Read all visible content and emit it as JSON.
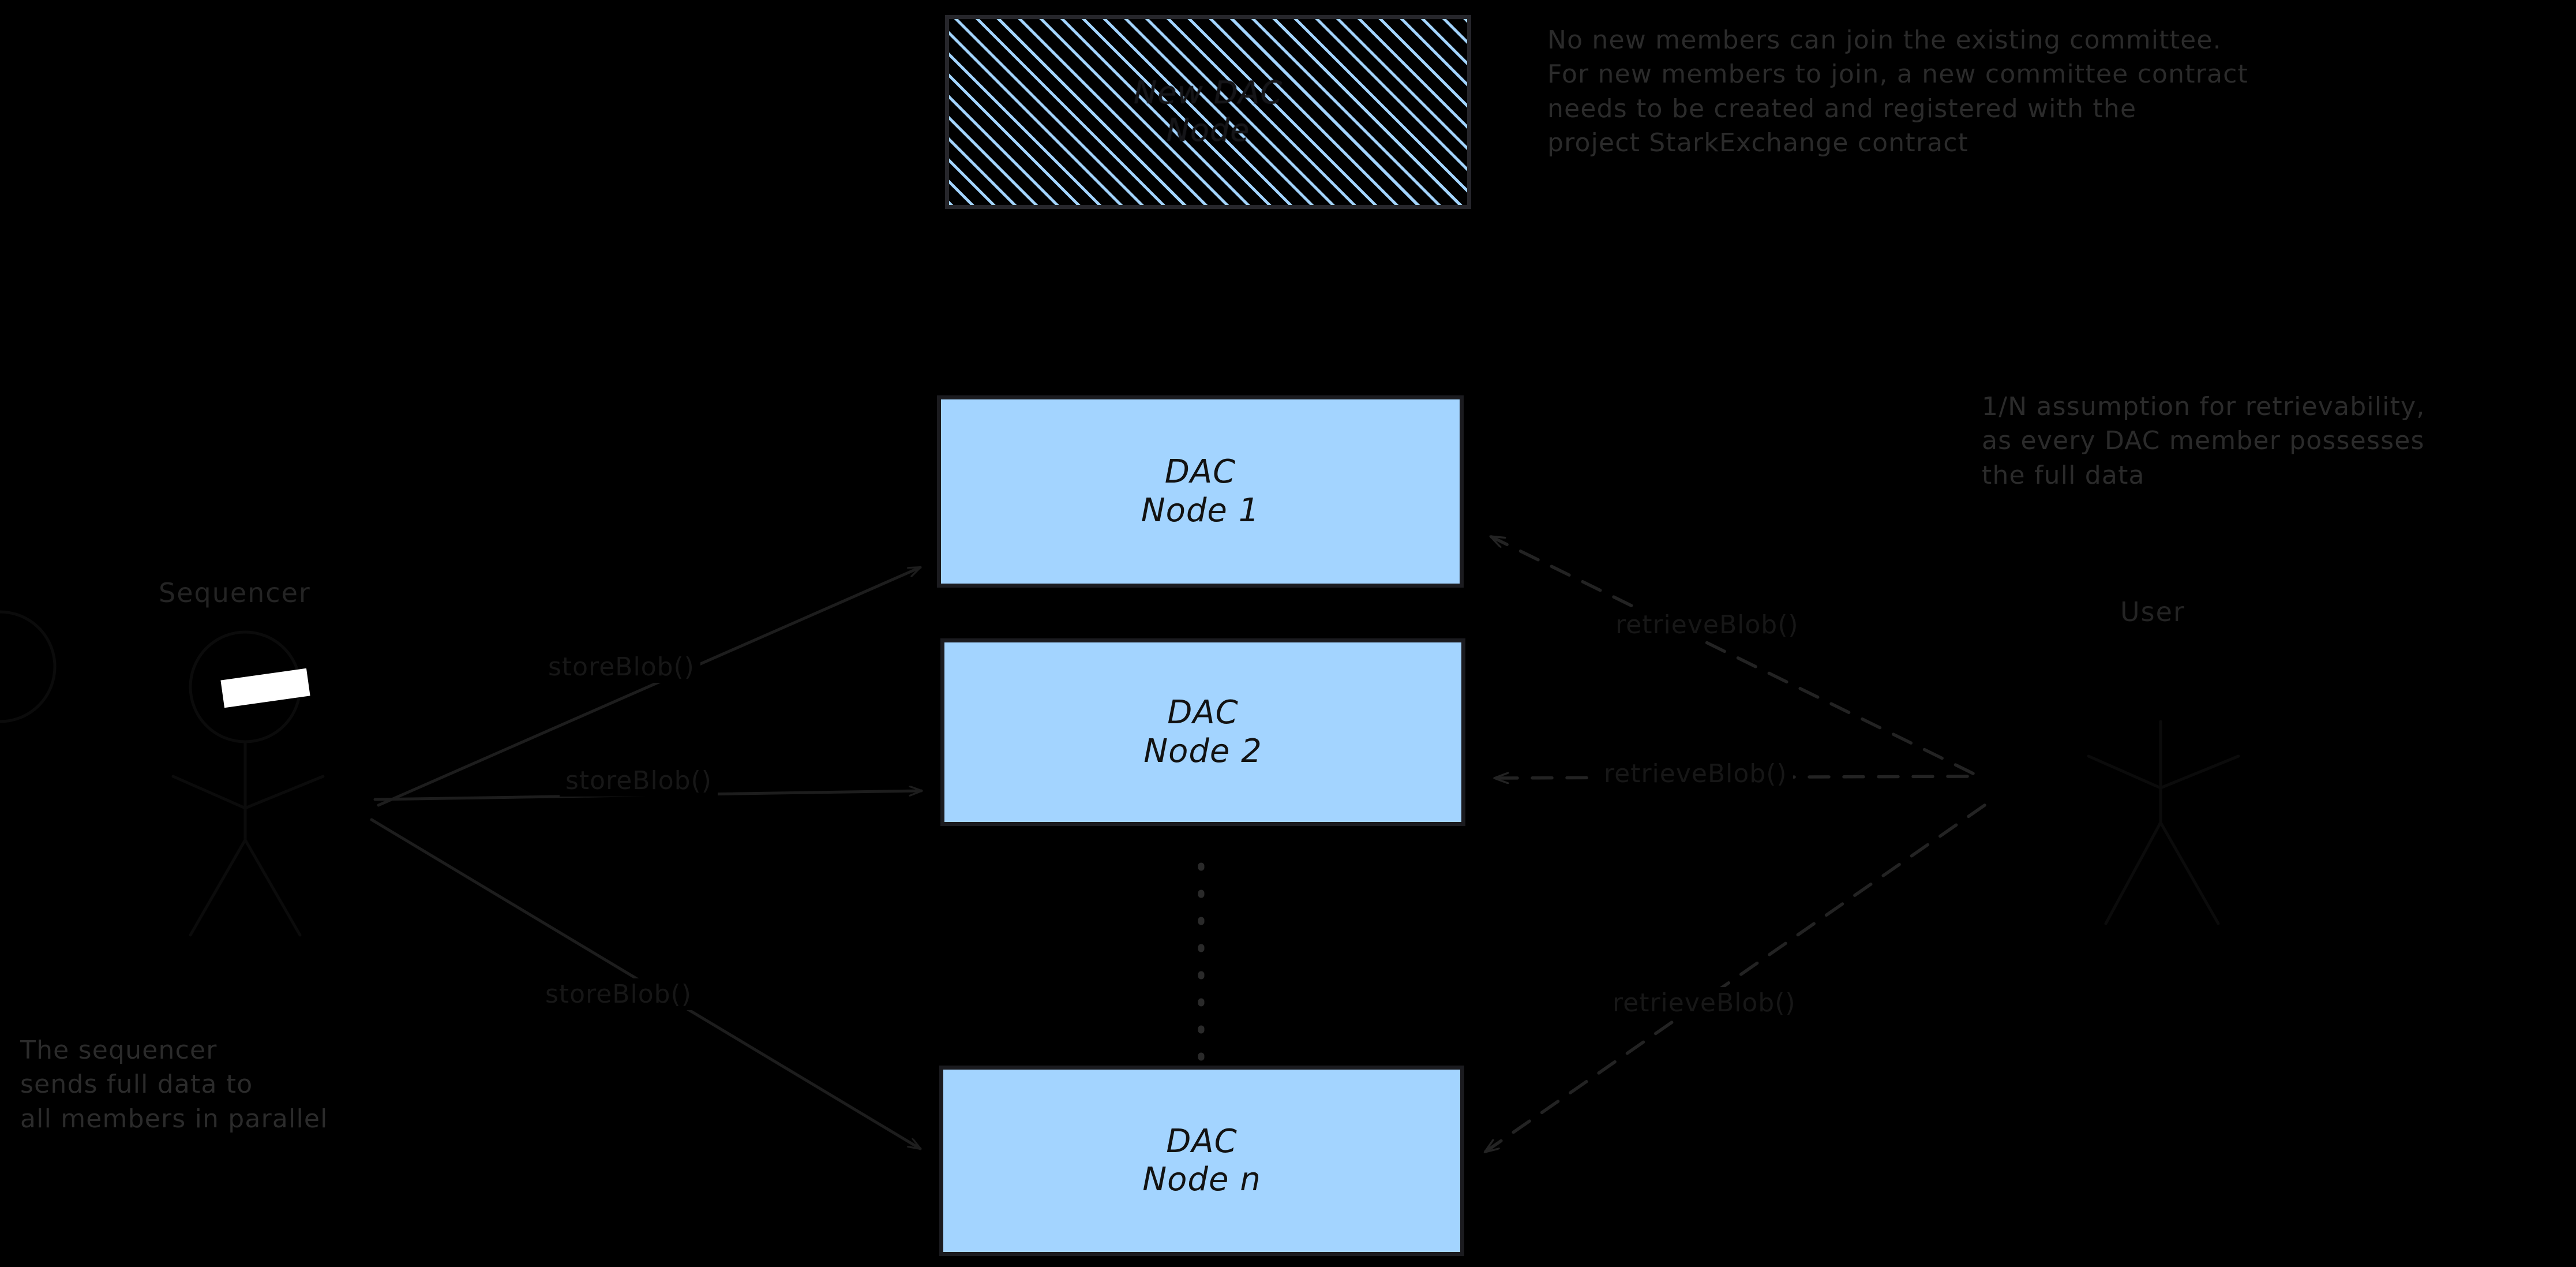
{
  "canvas": {
    "background": "#000000",
    "accent_blue": "#a3d4ff",
    "stroke_dark": "#1b1b1f",
    "note_text_color": "#2b2b2b"
  },
  "actors": {
    "sequencer": {
      "label": "Sequencer"
    },
    "user": {
      "label": "User"
    }
  },
  "nodes": [
    {
      "title": "DAC",
      "subtitle": "Node 1"
    },
    {
      "title": "DAC",
      "subtitle": "Node 2"
    },
    {
      "title": "DAC",
      "subtitle": "Node n"
    }
  ],
  "new_node": {
    "title": "New DAC",
    "subtitle": "Node"
  },
  "edges": {
    "store_1": "storeBlob()",
    "store_2": "storeBlob()",
    "store_n": "storeBlob()",
    "retrieve_1": "retrieveBlob()",
    "retrieve_2": "retrieveBlob()",
    "retrieve_n": "retrieveBlob()"
  },
  "notes": {
    "committee": "No new members can join the existing committee.\nFor new members to join, a new committee contract\nneeds to be created and registered with the\nproject StarkExchange contract",
    "retrievability": "1/N assumption for retrievability,\nas every DAC member possesses\nthe full data",
    "sequencer_parallel": "The sequencer\nsends full data to\nall members in parallel"
  },
  "ellipsis": {
    "name": "vertical-dots"
  }
}
